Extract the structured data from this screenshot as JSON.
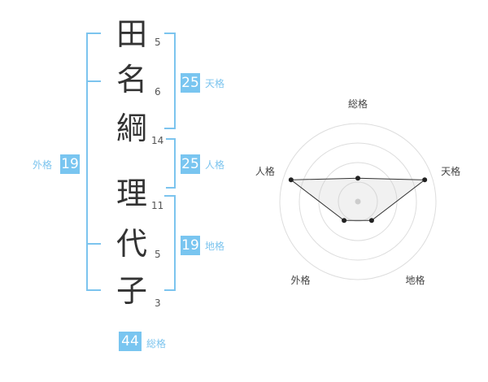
{
  "characters": [
    {
      "char": "田",
      "strokes": "5"
    },
    {
      "char": "名",
      "strokes": "6"
    },
    {
      "char": "綱",
      "strokes": "14"
    },
    {
      "char": "理",
      "strokes": "11"
    },
    {
      "char": "代",
      "strokes": "5"
    },
    {
      "char": "子",
      "strokes": "3"
    }
  ],
  "grids": {
    "tenkaku": {
      "value": "25",
      "label": "天格"
    },
    "jinkaku": {
      "value": "25",
      "label": "人格"
    },
    "chikaku": {
      "value": "19",
      "label": "地格"
    },
    "gaikaku": {
      "value": "19",
      "label": "外格"
    },
    "soukaku": {
      "value": "44",
      "label": "総格"
    }
  },
  "colors": {
    "accent": "#79c5f0",
    "bracket": "#7cc4ee",
    "text": "#333333"
  },
  "chart_data": {
    "type": "radar",
    "axes": [
      "総格",
      "天格",
      "地格",
      "外格",
      "人格"
    ],
    "values": [
      0.3,
      0.9,
      0.3,
      0.3,
      0.9
    ],
    "range": [
      0,
      1
    ],
    "rings": 4
  }
}
